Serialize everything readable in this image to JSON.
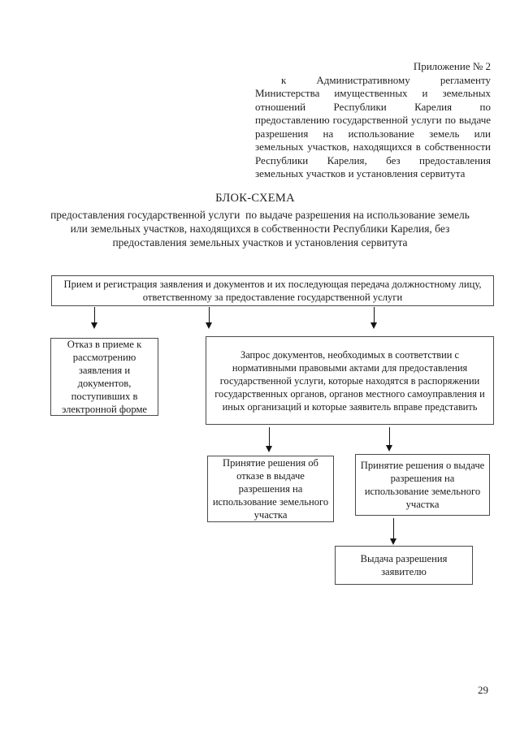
{
  "page": {
    "number": "29"
  },
  "header": {
    "annex": "Приложение № 2",
    "lines": [
      "к Административному регламенту",
      "Министерства имущественных и земельных",
      "отношений Республики Карелия по",
      "предоставлению государственной услуги по выдаче",
      "разрешения на использование земель или",
      "земельных участков, находящихся в собственности",
      "Республики Карелия, без предоставления",
      "земельных участков и установления сервитута"
    ]
  },
  "title": "БЛОК-СХЕМА",
  "subtitle_lines": [
    "предоставления государственной услуги  по выдаче разрешения на использование земель",
    "или земельных участков, находящихся в собственности Республики Карелия, без",
    "предоставления земельных участков и установления сервитута"
  ],
  "flowchart": {
    "box_intake": "Прием и регистрация заявления и документов и их последующая передача должностному лицу, ответственному за предоставление государственной услуги",
    "box_refuse": "Отказ в приеме к рассмотрению заявления и документов, поступивших в электронной форме",
    "box_request": "Запрос документов, необходимых в соответствии с нормативными правовыми актами для предоставления государственной услуги, которые находятся в распоряжении государственных органов, органов местного самоуправления и иных организаций и которые заявитель вправе представить",
    "box_deny": "Принятие решения об отказе в выдаче разрешения на использование земельного участка",
    "box_grant": "Принятие решения о выдаче разрешения на использование земельного участка",
    "box_issue": "Выдача разрешения заявителю"
  },
  "colors": {
    "ink": "#1f1f1f",
    "box_border": "#4a4a4a",
    "background": "#ffffff"
  }
}
